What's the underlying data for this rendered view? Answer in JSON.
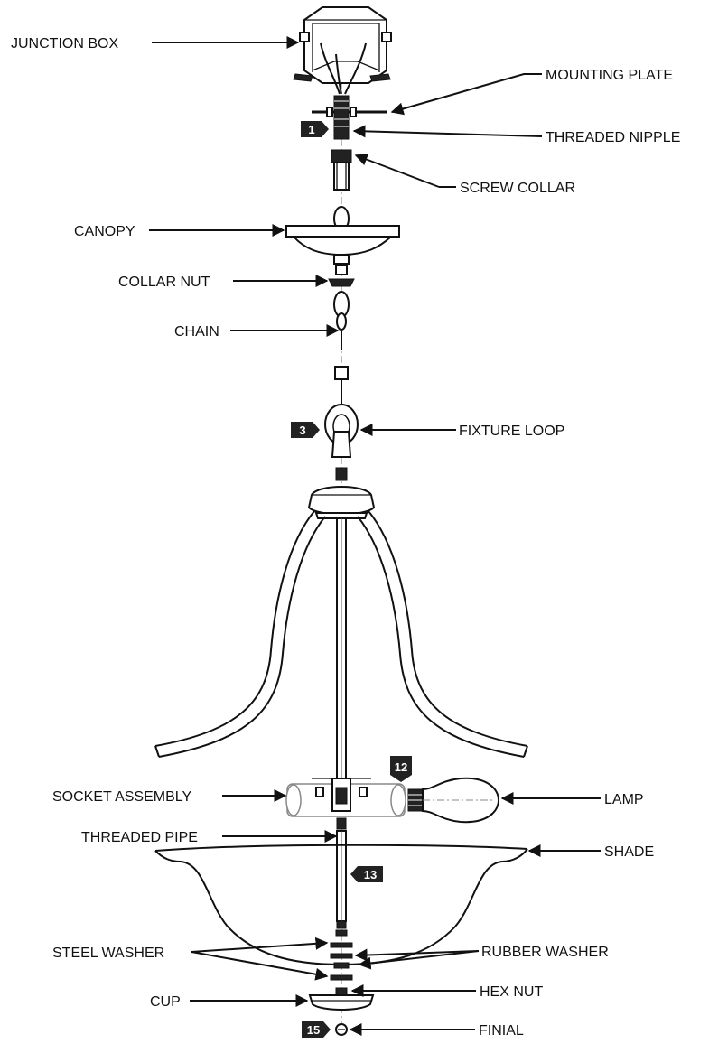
{
  "labels": {
    "junction_box": "JUNCTION BOX",
    "mounting_plate": "MOUNTING PLATE",
    "threaded_nipple": "THREADED NIPPLE",
    "screw_collar": "SCREW COLLAR",
    "canopy": "CANOPY",
    "collar_nut": "COLLAR NUT",
    "chain": "CHAIN",
    "fixture_loop": "FIXTURE LOOP",
    "socket_assembly": "SOCKET ASSEMBLY",
    "lamp": "LAMP",
    "threaded_pipe": "THREADED PIPE",
    "shade": "SHADE",
    "steel_washer": "STEEL WASHER",
    "rubber_washer": "RUBBER WASHER",
    "hex_nut": "HEX NUT",
    "cup": "CUP",
    "finial": "FINIAL"
  },
  "steps": {
    "s1": "1",
    "s3": "3",
    "s12": "12",
    "s13": "13",
    "s15": "15"
  }
}
